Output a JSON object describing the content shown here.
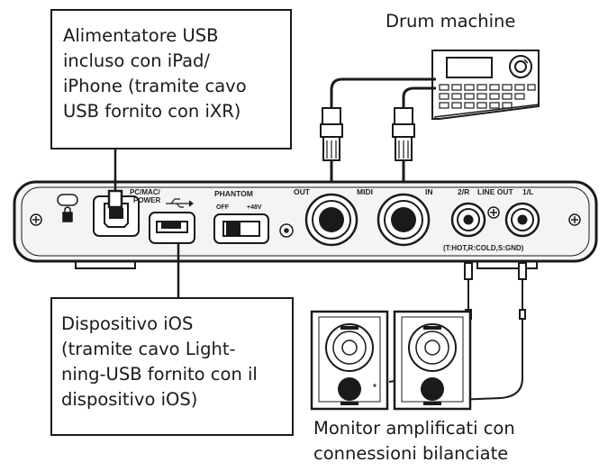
{
  "callouts": {
    "usb_power": {
      "lines": [
        "Alimentatore USB",
        "incluso con iPad/",
        "iPhone (tramite cavo",
        "USB fornito con iXR)"
      ]
    },
    "ios_device": {
      "lines": [
        "Dispositivo iOS",
        "(tramite cavo Light-",
        "ning-USB fornito con il",
        "dispositivo iOS)"
      ]
    }
  },
  "captions": {
    "drum_machine": "Drum machine",
    "monitors": [
      "Monitor amplificati con",
      "connessioni bilanciate"
    ]
  },
  "panel_labels": {
    "pc_mac_power": [
      "PC/MAC/",
      "POWER"
    ],
    "phantom": "PHANTOM",
    "off": "OFF",
    "plus48v": "+48V",
    "out": "OUT",
    "midi": "MIDI",
    "in": "IN",
    "two_r": "2/R",
    "line_out": "LINE OUT",
    "one_l": "1/L",
    "trs_note": "(T:HOT,R:COLD,S:GND)"
  },
  "colors": {
    "ink": "#1a1a1a",
    "panel_fill": "#f4f4f4"
  }
}
